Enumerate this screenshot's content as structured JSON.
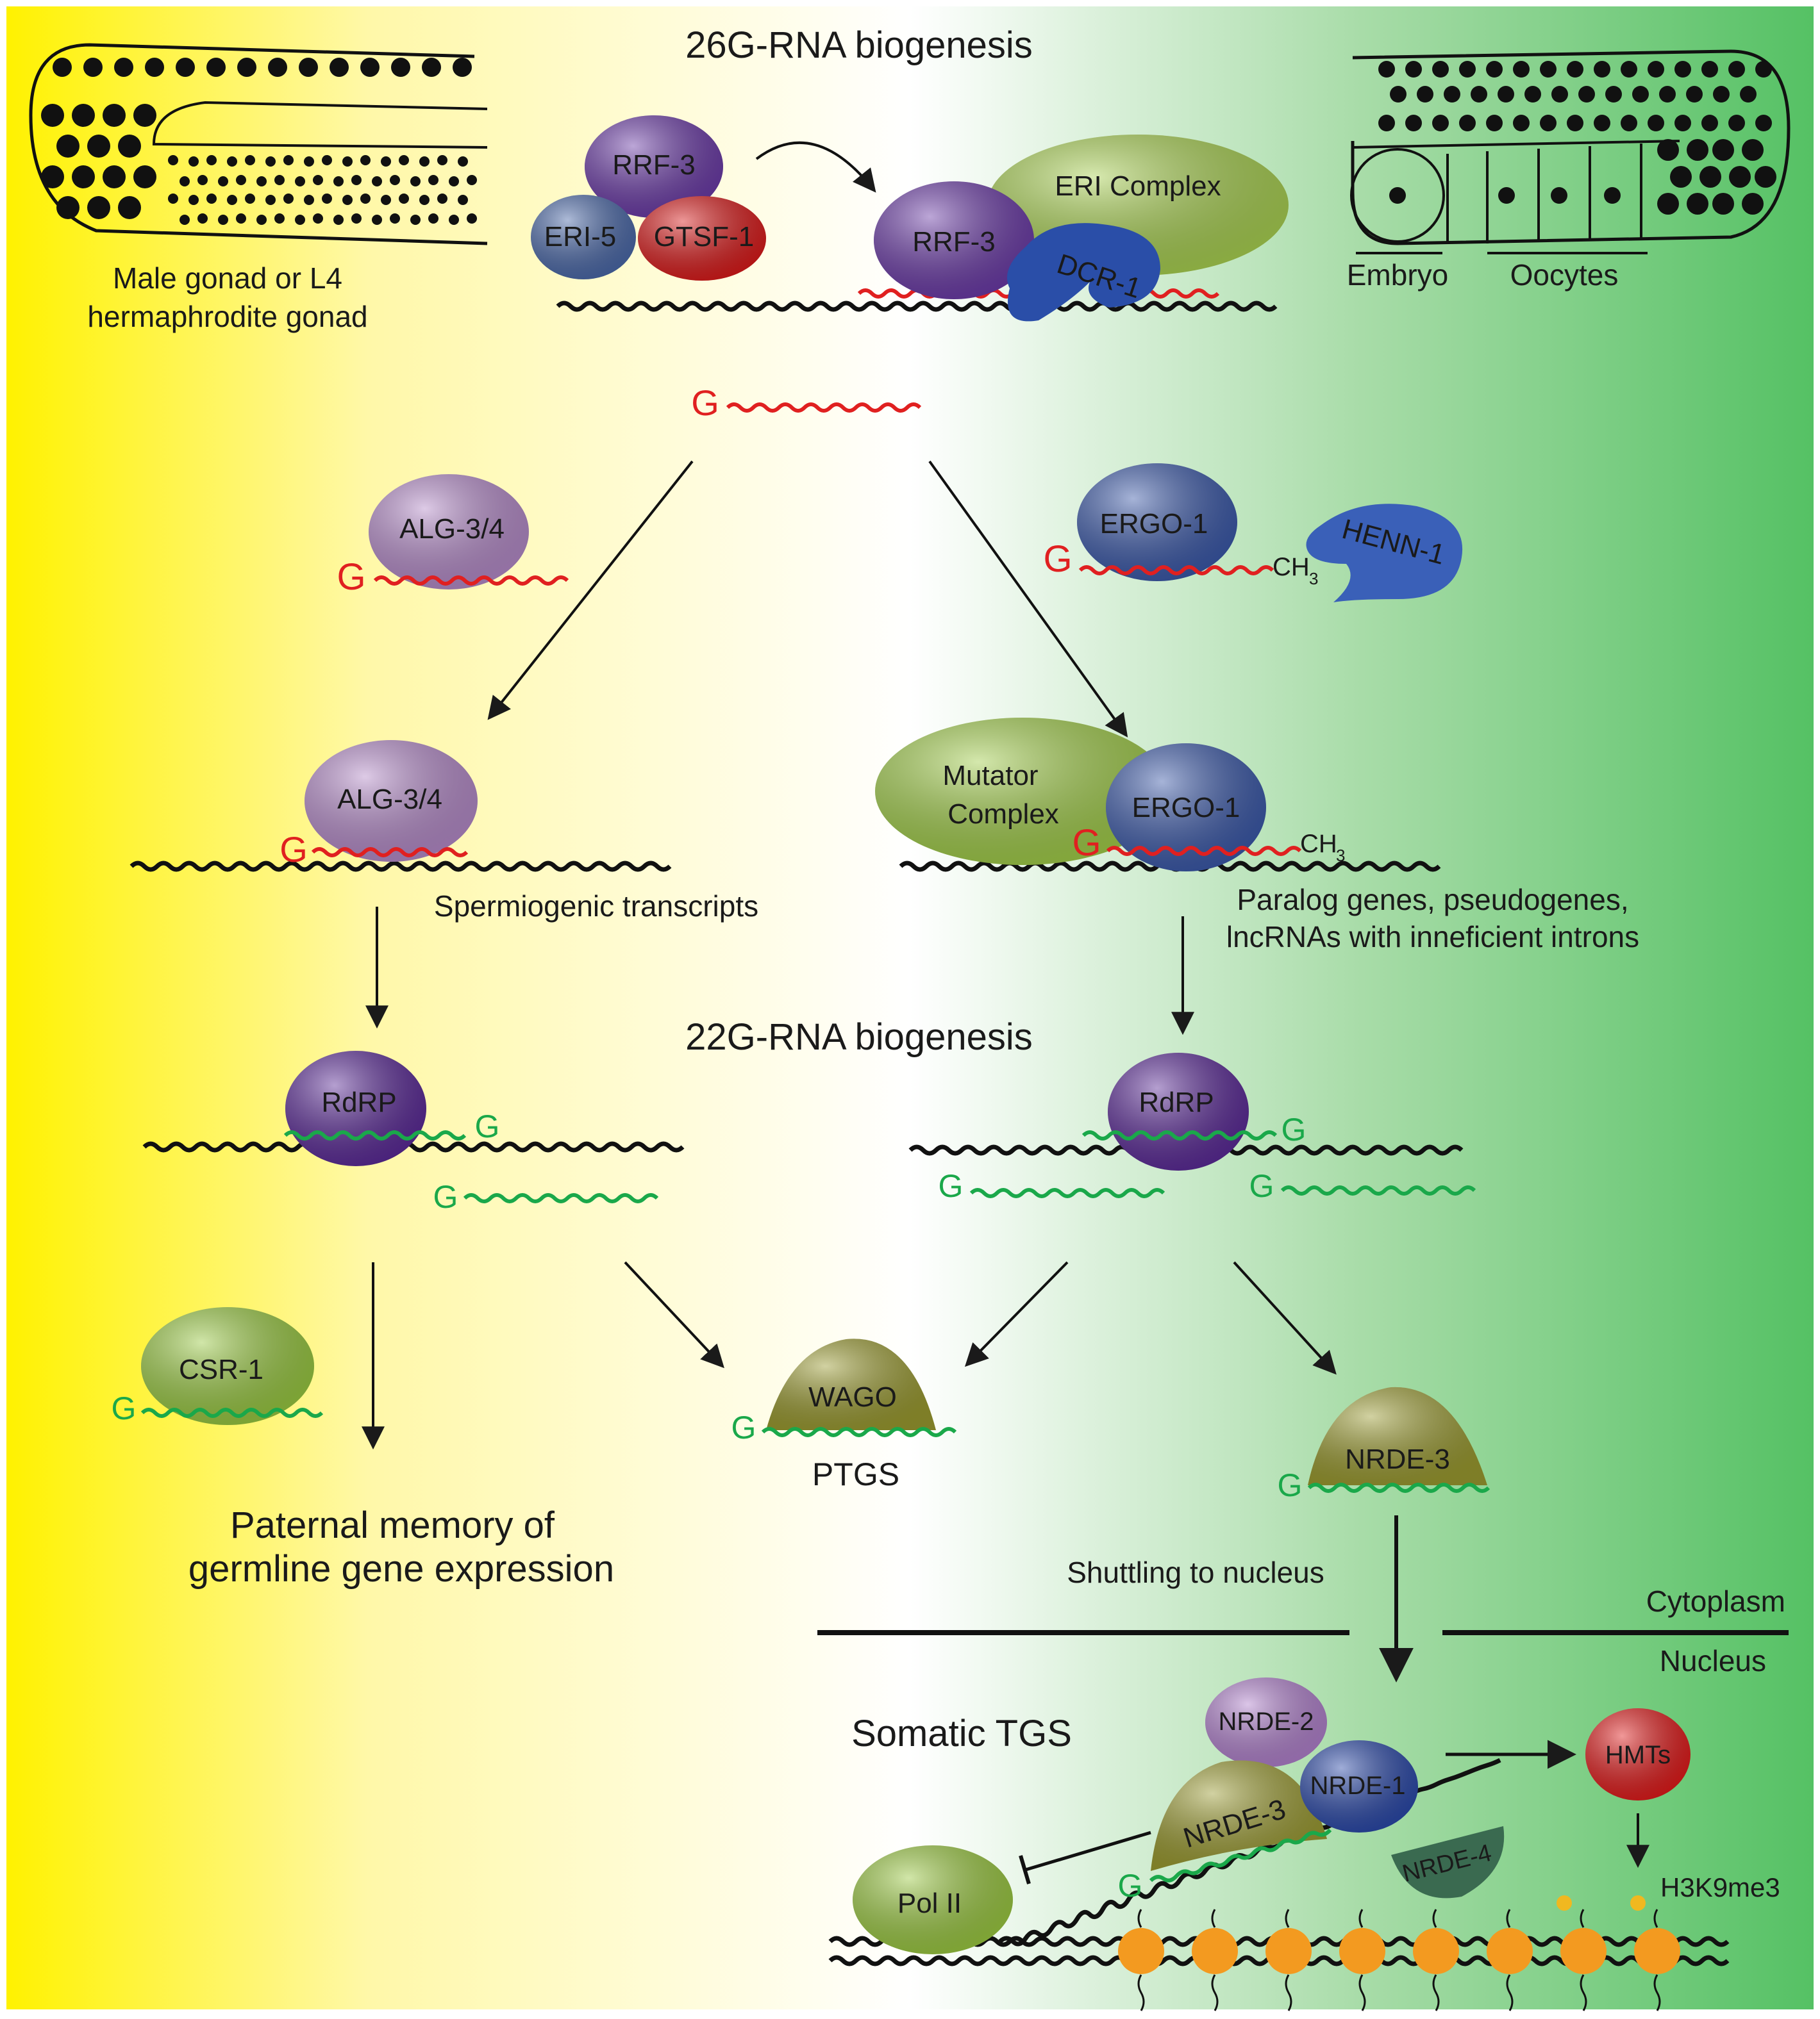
{
  "titles": {
    "biogenesis_26g": "26G-RNA biogenesis",
    "biogenesis_22g": "22G-RNA biogenesis"
  },
  "gonads": {
    "left_caption_line1": "Male gonad or L4",
    "left_caption_line2": "hermaphrodite gonad",
    "embryo": "Embryo",
    "oocytes": "Oocytes"
  },
  "proteins": {
    "rrf3": "RRF-3",
    "eri5": "ERI-5",
    "gtsf1": "GTSF-1",
    "eri_complex": "ERI Complex",
    "dcr1": "DCR-1",
    "alg34": "ALG-3/4",
    "ergo1": "ERGO-1",
    "henn1": "HENN-1",
    "mutator_line1": "Mutator",
    "mutator_line2": "Complex",
    "rdrp": "RdRP",
    "csr1": "CSR-1",
    "wago": "WAGO",
    "nrde3": "NRDE-3",
    "nrde2": "NRDE-2",
    "nrde1": "NRDE-1",
    "nrde4": "NRDE-4",
    "hmts": "HMTs",
    "pol2": "Pol II"
  },
  "rna": {
    "g": "G",
    "ch3": "CH",
    "ch3_sub": "3"
  },
  "labels": {
    "spermiogenic": "Spermiogenic transcripts",
    "paralog_line1": "Paralog genes, pseudogenes,",
    "paralog_line2": "lncRNAs with inneficient introns",
    "ptgs": "PTGS",
    "paternal_line1": "Paternal memory of",
    "paternal_line2": "germline gene expression",
    "shuttling": "Shuttling to nucleus",
    "cytoplasm": "Cytoplasm",
    "nucleus": "Nucleus",
    "somatic_tgs": "Somatic TGS",
    "h3k9me3": "H3K9me3"
  },
  "colors": {
    "background_left": "#fff200",
    "background_mid": "#ffffff",
    "background_right": "#55c164",
    "rna_26g": "#e02020",
    "rna_22g": "#1aa84a",
    "rrf3": "#6a3aa6",
    "eri5": "#4a68a8",
    "gtsf1": "#d91a1a",
    "eri_complex": "#a8d050",
    "dcr1": "#2a4ea8",
    "alg34": "#b48ac8",
    "ergo1": "#3a58a8",
    "henn1": "#3a60b8",
    "mutator": "#a0cc48",
    "rdrp": "#5a2a96",
    "csr1": "#98c840",
    "wago": "#9a9a30",
    "nrde2": "#b080cc",
    "nrde1": "#2a48a8",
    "nrde4": "#3a6a50",
    "hmts": "#e01a1a",
    "pol2": "#9ac840",
    "nucleosome": "#f39a20"
  }
}
